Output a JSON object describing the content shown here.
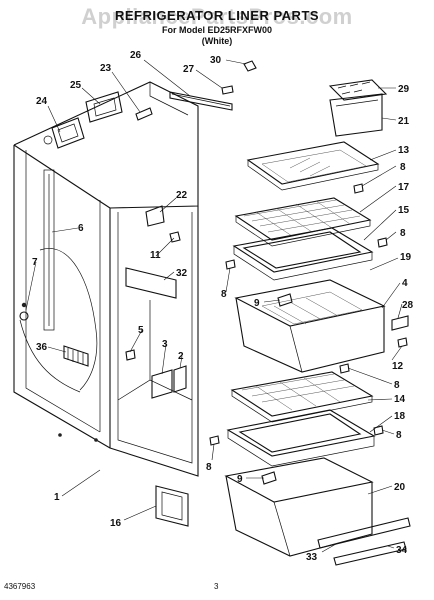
{
  "header": {
    "watermark": "AppliancePartsPros.com",
    "title": "REFRIGERATOR LINER PARTS",
    "model": "For Model ED25RFXFW00",
    "finish": "(White)"
  },
  "footer": {
    "left": "4367963",
    "page": "3"
  },
  "callouts": [
    {
      "id": "c30",
      "label": "30"
    },
    {
      "id": "c27",
      "label": "27"
    },
    {
      "id": "c26",
      "label": "26"
    },
    {
      "id": "c23",
      "label": "23"
    },
    {
      "id": "c25",
      "label": "25"
    },
    {
      "id": "c24",
      "label": "24"
    },
    {
      "id": "c29",
      "label": "29"
    },
    {
      "id": "c21",
      "label": "21"
    },
    {
      "id": "c13",
      "label": "13"
    },
    {
      "id": "c8a",
      "label": "8"
    },
    {
      "id": "c17",
      "label": "17"
    },
    {
      "id": "c22",
      "label": "22"
    },
    {
      "id": "c15",
      "label": "15"
    },
    {
      "id": "c8b",
      "label": "8"
    },
    {
      "id": "c6",
      "label": "6"
    },
    {
      "id": "c11",
      "label": "11"
    },
    {
      "id": "c19",
      "label": "19"
    },
    {
      "id": "c7",
      "label": "7"
    },
    {
      "id": "c32",
      "label": "32"
    },
    {
      "id": "c4",
      "label": "4"
    },
    {
      "id": "c8c",
      "label": "8"
    },
    {
      "id": "c9a",
      "label": "9"
    },
    {
      "id": "c28",
      "label": "28"
    },
    {
      "id": "c5",
      "label": "5"
    },
    {
      "id": "c36",
      "label": "36"
    },
    {
      "id": "c3",
      "label": "3"
    },
    {
      "id": "c2",
      "label": "2"
    },
    {
      "id": "c12",
      "label": "12"
    },
    {
      "id": "c8d",
      "label": "8"
    },
    {
      "id": "c14",
      "label": "14"
    },
    {
      "id": "c18",
      "label": "18"
    },
    {
      "id": "c8e",
      "label": "8"
    },
    {
      "id": "c8f",
      "label": "8"
    },
    {
      "id": "c9b",
      "label": "9"
    },
    {
      "id": "c1",
      "label": "1"
    },
    {
      "id": "c20",
      "label": "20"
    },
    {
      "id": "c16",
      "label": "16"
    },
    {
      "id": "c33",
      "label": "33"
    },
    {
      "id": "c34",
      "label": "34"
    }
  ]
}
